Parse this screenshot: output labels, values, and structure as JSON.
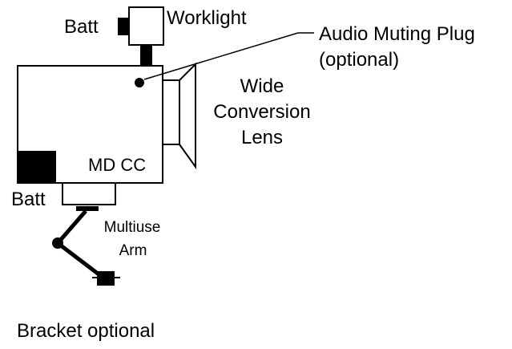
{
  "diagram": {
    "labels": {
      "batt_top": "Batt",
      "worklight": "Worklight",
      "audio_plug_line1": "Audio Muting Plug",
      "audio_plug_line2": "(optional)",
      "lens_line1": "Wide",
      "lens_line2": "Conversion",
      "lens_line3": "Lens",
      "camera_model": "MD CC",
      "batt_bottom": "Batt",
      "arm_line1": "Multiuse",
      "arm_line2": "Arm",
      "bracket": "Bracket optional"
    },
    "colors": {
      "stroke": "#000000",
      "fill": "#000000",
      "background": "#ffffff"
    }
  }
}
